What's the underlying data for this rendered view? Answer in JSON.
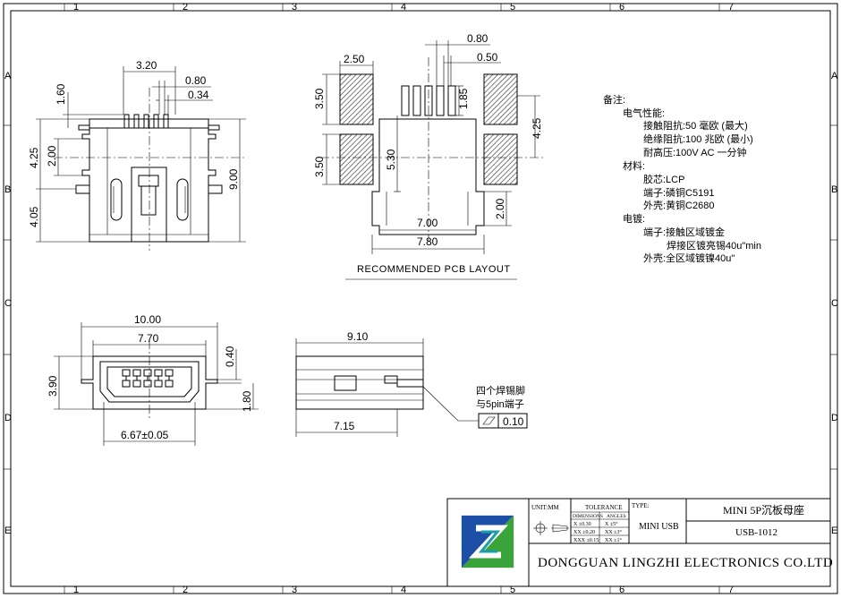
{
  "border": {
    "cols": [
      "1",
      "2",
      "3",
      "4",
      "5",
      "6",
      "7"
    ],
    "rows": [
      "A",
      "B",
      "C",
      "D",
      "E"
    ],
    "right_rows": [
      "A",
      "B",
      "C",
      "D",
      "E"
    ]
  },
  "front_view": {
    "dims": {
      "w320": "3.20",
      "w080": "0.80",
      "w034": "0.34",
      "h160": "1.60",
      "h425": "4.25",
      "h200": "2.00",
      "h405": "4.05",
      "h900": "9.00"
    }
  },
  "pcb_layout": {
    "dims": {
      "w250": "2.50",
      "w080": "0.80",
      "w050": "0.50",
      "h350a": "3.50",
      "h185": "1.85",
      "h425": "4.25",
      "h530": "5.30",
      "h350b": "3.50",
      "h200": "2.00",
      "w700": "7.00",
      "w780": "7.80"
    },
    "caption": "RECOMMENDED PCB LAYOUT"
  },
  "end_view": {
    "dims": {
      "w1000": "10.00",
      "w770": "7.70",
      "h040": "0.40",
      "h390": "3.90",
      "h180": "1.80",
      "w667": "6.67±0.05"
    }
  },
  "side_view": {
    "dims": {
      "w910": "9.10",
      "w715": "7.15"
    },
    "callout_line1": "四个焊锡脚",
    "callout_line2": "与5pin端子",
    "flatness_value": "0.10"
  },
  "notes": {
    "title": "备注:",
    "lines": [
      "电气性能:",
      "接触阻抗:50 毫欧 (最大)",
      "绝缘阻抗:100 兆欧 (最小)",
      "耐高压:100V AC 一分钟",
      "材料:",
      "胶芯:LCP",
      "端子:磷铜C5191",
      "外壳:黄铜C2680",
      "电镀:",
      "端子:接触区域镀金",
      "焊接区镀亮锡40u\"min",
      "外壳:全区域镀镍40u\""
    ]
  },
  "title_block": {
    "unit_label": "UNIT:MM",
    "tolerance_header": "TOLERANCE",
    "dimensions_label": "DIMENSIONS",
    "angles_label": "ANGLES",
    "tol_rows": [
      "X ±0.30",
      "XX ±0.20",
      "XXX ±0.15"
    ],
    "ang_rows": [
      "X ±5°",
      "XX ±3°",
      "XX ±1°"
    ],
    "type_label": "TYPE:",
    "type_value": "MINI USB",
    "product_name": "MINI 5P沉板母座",
    "part_number": "USB-1012",
    "company": "DONGGUAN LINGZHI ELECTRONICS CO.LTD",
    "logo_colors": {
      "blue": "#1e4fa6",
      "green": "#3aa33a",
      "teal": "#1a9fa8"
    }
  }
}
